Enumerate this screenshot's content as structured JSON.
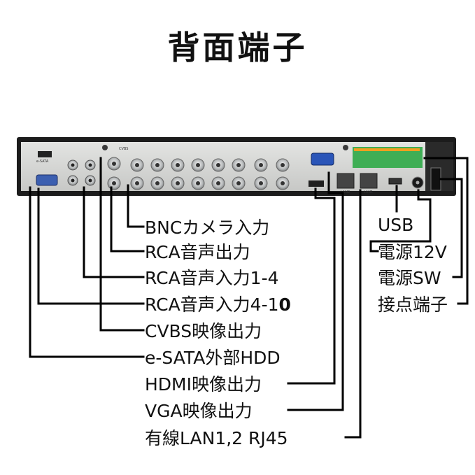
{
  "title": "背面端子",
  "panel": {
    "cvbs_text": "CVBS",
    "esata_text": "e-SATA",
    "lan1_text": "LAN1",
    "lan2_text": "LAN2"
  },
  "labels": {
    "bnc": "BNCカメラ入力",
    "rca_out": "RCA音声出力",
    "rca_in_1_4": "RCA音声入力1-4",
    "rca_in_4_10_prefix": "RCA音声入力4-1",
    "rca_in_4_10_suffix": "0",
    "cvbs": "CVBS映像出力",
    "esata": "e-SATA外部HDD",
    "hdmi": "HDMI映像出力",
    "vga": "VGA映像出力",
    "lan": "有線LAN1,2 RJ45",
    "usb": "USB",
    "power12v": "電源12V",
    "power_sw": "電源SW",
    "contact": "接点端子"
  },
  "colors": {
    "panel_body": "#1c1c1c",
    "panel_face": "#d7d8d6",
    "terminal_green": "#3fae55",
    "vga_blue": "#2a55b8"
  }
}
